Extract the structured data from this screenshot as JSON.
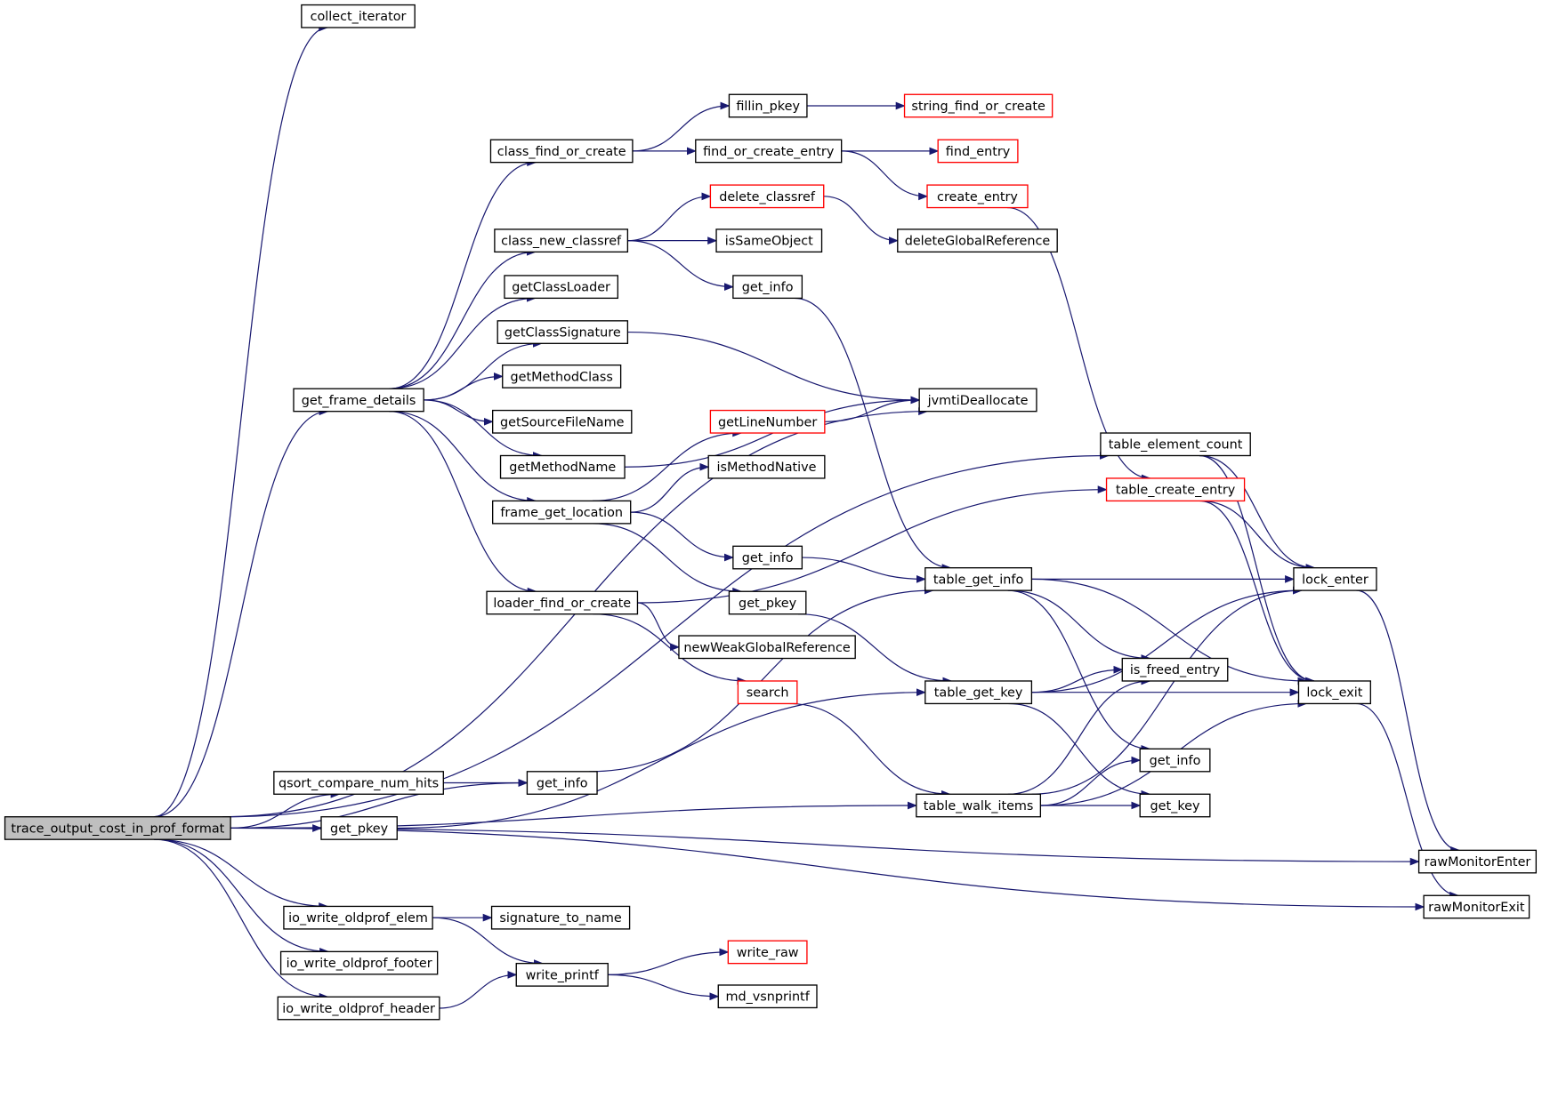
{
  "colors": {
    "edge": "#191970",
    "node_border": "#000000",
    "node_fill": "#ffffff",
    "root_fill": "#bfbfbf",
    "truncated_border": "#ff0000"
  },
  "root": "trace_output_cost_in_prof_format",
  "nodes": [
    {
      "id": "root",
      "label": "trace_output_cost_in_prof_format",
      "style": "root"
    },
    {
      "id": "collect_iterator",
      "label": "collect_iterator",
      "style": "normal"
    },
    {
      "id": "get_frame_details",
      "label": "get_frame_details",
      "style": "normal"
    },
    {
      "id": "qsort_compare_num_hits",
      "label": "qsort_compare_num_hits",
      "style": "normal"
    },
    {
      "id": "get_pkey_a",
      "label": "get_pkey",
      "style": "normal"
    },
    {
      "id": "io_write_oldprof_elem",
      "label": "io_write_oldprof_elem",
      "style": "normal"
    },
    {
      "id": "io_write_oldprof_footer",
      "label": "io_write_oldprof_footer",
      "style": "normal"
    },
    {
      "id": "io_write_oldprof_header",
      "label": "io_write_oldprof_header",
      "style": "normal"
    },
    {
      "id": "class_find_or_create",
      "label": "class_find_or_create",
      "style": "normal"
    },
    {
      "id": "class_new_classref",
      "label": "class_new_classref",
      "style": "normal"
    },
    {
      "id": "getClassLoader",
      "label": "getClassLoader",
      "style": "normal"
    },
    {
      "id": "getClassSignature",
      "label": "getClassSignature",
      "style": "normal"
    },
    {
      "id": "getMethodClass",
      "label": "getMethodClass",
      "style": "normal"
    },
    {
      "id": "getSourceFileName",
      "label": "getSourceFileName",
      "style": "normal"
    },
    {
      "id": "getMethodName",
      "label": "getMethodName",
      "style": "normal"
    },
    {
      "id": "frame_get_location",
      "label": "frame_get_location",
      "style": "normal"
    },
    {
      "id": "loader_find_or_create",
      "label": "loader_find_or_create",
      "style": "normal"
    },
    {
      "id": "get_info_b",
      "label": "get_info",
      "style": "normal"
    },
    {
      "id": "signature_to_name",
      "label": "signature_to_name",
      "style": "normal"
    },
    {
      "id": "write_printf",
      "label": "write_printf",
      "style": "normal"
    },
    {
      "id": "fillin_pkey",
      "label": "fillin_pkey",
      "style": "normal"
    },
    {
      "id": "find_or_create_entry",
      "label": "find_or_create_entry",
      "style": "normal"
    },
    {
      "id": "delete_classref",
      "label": "delete_classref",
      "style": "truncated"
    },
    {
      "id": "isSameObject",
      "label": "isSameObject",
      "style": "normal"
    },
    {
      "id": "get_info_c",
      "label": "get_info",
      "style": "normal"
    },
    {
      "id": "getLineNumber",
      "label": "getLineNumber",
      "style": "truncated"
    },
    {
      "id": "isMethodNative",
      "label": "isMethodNative",
      "style": "normal"
    },
    {
      "id": "get_info_d",
      "label": "get_info",
      "style": "normal"
    },
    {
      "id": "get_pkey_b",
      "label": "get_pkey",
      "style": "normal"
    },
    {
      "id": "newWeakGlobalReference",
      "label": "newWeakGlobalReference",
      "style": "normal"
    },
    {
      "id": "search",
      "label": "search",
      "style": "truncated"
    },
    {
      "id": "write_raw",
      "label": "write_raw",
      "style": "truncated"
    },
    {
      "id": "md_vsnprintf",
      "label": "md_vsnprintf",
      "style": "normal"
    },
    {
      "id": "string_find_or_create",
      "label": "string_find_or_create",
      "style": "truncated"
    },
    {
      "id": "find_entry",
      "label": "find_entry",
      "style": "truncated"
    },
    {
      "id": "create_entry",
      "label": "create_entry",
      "style": "truncated"
    },
    {
      "id": "deleteGlobalReference",
      "label": "deleteGlobalReference",
      "style": "normal"
    },
    {
      "id": "jvmtiDeallocate",
      "label": "jvmtiDeallocate",
      "style": "normal"
    },
    {
      "id": "table_get_info",
      "label": "table_get_info",
      "style": "normal"
    },
    {
      "id": "table_get_key",
      "label": "table_get_key",
      "style": "normal"
    },
    {
      "id": "table_walk_items",
      "label": "table_walk_items",
      "style": "normal"
    },
    {
      "id": "table_element_count",
      "label": "table_element_count",
      "style": "normal"
    },
    {
      "id": "table_create_entry",
      "label": "table_create_entry",
      "style": "truncated"
    },
    {
      "id": "is_freed_entry",
      "label": "is_freed_entry",
      "style": "normal"
    },
    {
      "id": "get_info_e",
      "label": "get_info",
      "style": "normal"
    },
    {
      "id": "get_key",
      "label": "get_key",
      "style": "normal"
    },
    {
      "id": "lock_enter",
      "label": "lock_enter",
      "style": "normal"
    },
    {
      "id": "lock_exit",
      "label": "lock_exit",
      "style": "normal"
    },
    {
      "id": "rawMonitorEnter",
      "label": "rawMonitorEnter",
      "style": "normal"
    },
    {
      "id": "rawMonitorExit",
      "label": "rawMonitorExit",
      "style": "normal"
    }
  ],
  "edges": [
    [
      "root",
      "collect_iterator"
    ],
    [
      "root",
      "table_element_count"
    ],
    [
      "root",
      "get_frame_details"
    ],
    [
      "root",
      "jvmtiDeallocate"
    ],
    [
      "root",
      "get_info_b"
    ],
    [
      "root",
      "qsort_compare_num_hits"
    ],
    [
      "root",
      "get_pkey_a"
    ],
    [
      "root",
      "table_walk_items"
    ],
    [
      "root",
      "io_write_oldprof_elem"
    ],
    [
      "root",
      "io_write_oldprof_footer"
    ],
    [
      "root",
      "io_write_oldprof_header"
    ],
    [
      "root",
      "rawMonitorEnter"
    ],
    [
      "root",
      "rawMonitorExit"
    ],
    [
      "get_frame_details",
      "class_find_or_create"
    ],
    [
      "get_frame_details",
      "class_new_classref"
    ],
    [
      "get_frame_details",
      "getClassLoader"
    ],
    [
      "get_frame_details",
      "getClassSignature"
    ],
    [
      "get_frame_details",
      "getMethodClass"
    ],
    [
      "get_frame_details",
      "getSourceFileName"
    ],
    [
      "get_frame_details",
      "getMethodName"
    ],
    [
      "get_frame_details",
      "frame_get_location"
    ],
    [
      "get_frame_details",
      "loader_find_or_create"
    ],
    [
      "class_find_or_create",
      "fillin_pkey"
    ],
    [
      "class_find_or_create",
      "find_or_create_entry"
    ],
    [
      "fillin_pkey",
      "string_find_or_create"
    ],
    [
      "find_or_create_entry",
      "find_entry"
    ],
    [
      "find_or_create_entry",
      "create_entry"
    ],
    [
      "create_entry",
      "table_create_entry"
    ],
    [
      "class_new_classref",
      "delete_classref"
    ],
    [
      "class_new_classref",
      "isSameObject"
    ],
    [
      "class_new_classref",
      "get_info_c"
    ],
    [
      "delete_classref",
      "deleteGlobalReference"
    ],
    [
      "get_info_c",
      "table_get_info"
    ],
    [
      "getClassSignature",
      "jvmtiDeallocate"
    ],
    [
      "getMethodName",
      "jvmtiDeallocate"
    ],
    [
      "getLineNumber",
      "jvmtiDeallocate"
    ],
    [
      "frame_get_location",
      "getLineNumber"
    ],
    [
      "frame_get_location",
      "isMethodNative"
    ],
    [
      "frame_get_location",
      "get_info_d"
    ],
    [
      "frame_get_location",
      "get_pkey_b"
    ],
    [
      "get_info_d",
      "table_get_info"
    ],
    [
      "get_pkey_b",
      "table_get_key"
    ],
    [
      "loader_find_or_create",
      "table_create_entry"
    ],
    [
      "loader_find_or_create",
      "newWeakGlobalReference"
    ],
    [
      "loader_find_or_create",
      "search"
    ],
    [
      "search",
      "table_walk_items"
    ],
    [
      "qsort_compare_num_hits",
      "get_info_b"
    ],
    [
      "get_info_b",
      "table_get_info"
    ],
    [
      "get_pkey_a",
      "table_get_key"
    ],
    [
      "io_write_oldprof_elem",
      "signature_to_name"
    ],
    [
      "io_write_oldprof_elem",
      "write_printf"
    ],
    [
      "io_write_oldprof_header",
      "write_printf"
    ],
    [
      "write_printf",
      "write_raw"
    ],
    [
      "write_printf",
      "md_vsnprintf"
    ],
    [
      "table_get_info",
      "lock_enter"
    ],
    [
      "table_get_info",
      "is_freed_entry"
    ],
    [
      "table_get_info",
      "lock_exit"
    ],
    [
      "table_get_info",
      "get_info_e"
    ],
    [
      "table_get_key",
      "lock_enter"
    ],
    [
      "table_get_key",
      "is_freed_entry"
    ],
    [
      "table_get_key",
      "lock_exit"
    ],
    [
      "table_get_key",
      "get_key"
    ],
    [
      "table_walk_items",
      "is_freed_entry"
    ],
    [
      "table_walk_items",
      "get_info_e"
    ],
    [
      "table_walk_items",
      "get_key"
    ],
    [
      "table_walk_items",
      "lock_enter"
    ],
    [
      "table_walk_items",
      "lock_exit"
    ],
    [
      "table_element_count",
      "lock_enter"
    ],
    [
      "table_element_count",
      "lock_exit"
    ],
    [
      "table_create_entry",
      "lock_enter"
    ],
    [
      "table_create_entry",
      "lock_exit"
    ],
    [
      "lock_enter",
      "rawMonitorEnter"
    ],
    [
      "lock_exit",
      "rawMonitorExit"
    ]
  ]
}
